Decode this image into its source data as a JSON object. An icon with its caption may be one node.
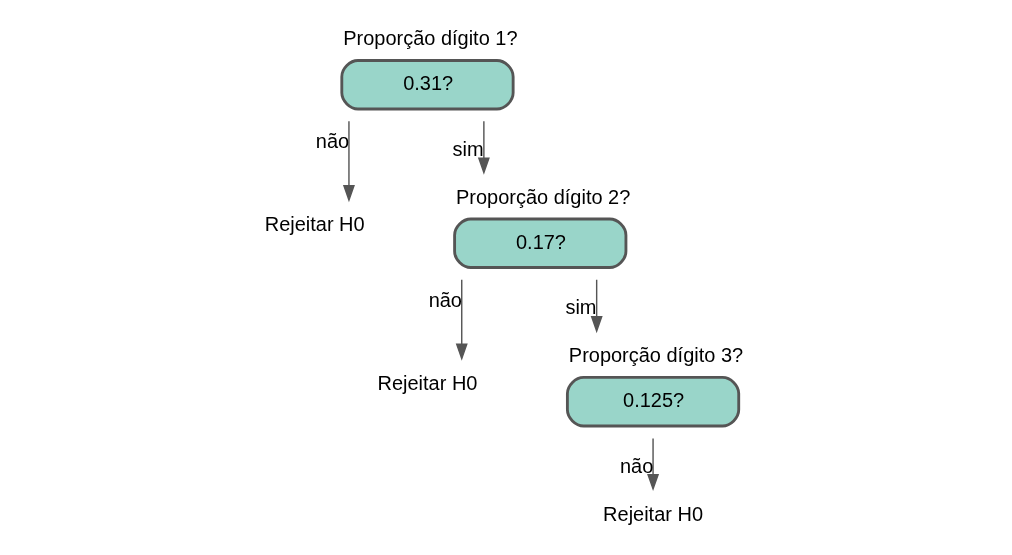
{
  "diagram": {
    "nodes": [
      {
        "text": [
          "Proporção dígito 1?",
          "0.31?"
        ]
      },
      {
        "text": [
          "Rejeitar H0"
        ]
      },
      {
        "text": [
          "Proporção dígito 2?",
          "0.17?"
        ]
      },
      {
        "text": [
          "Rejeitar H0"
        ]
      },
      {
        "text": [
          "Proporção dígito 3?",
          "0.125?"
        ]
      },
      {
        "text": [
          "Rejeitar H0"
        ]
      }
    ],
    "edges": [
      {
        "from": 0,
        "to": 1,
        "arrow": "to",
        "label": "não"
      },
      {
        "from": 0,
        "to": 2,
        "arrow": "to",
        "label": "sim"
      },
      {
        "from": 2,
        "to": 3,
        "arrow": "to",
        "label": "não"
      },
      {
        "from": 2,
        "to": 4,
        "arrow": "to",
        "label": "sim"
      },
      {
        "from": 4,
        "to": 5,
        "arrow": "to",
        "label": "não"
      }
    ]
  }
}
